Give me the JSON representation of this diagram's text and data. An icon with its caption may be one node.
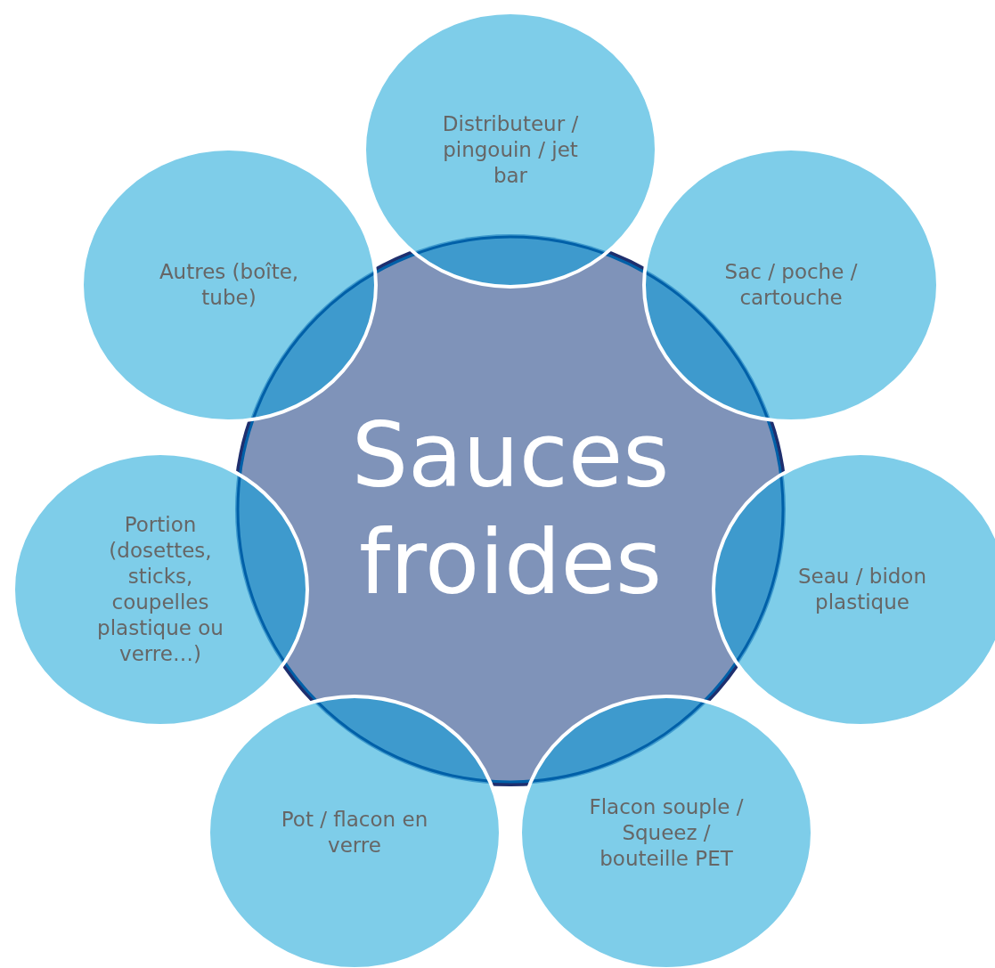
{
  "diagram": {
    "nodes": [
      {
        "text": [
          "Sauces froides"
        ]
      },
      {
        "text": [
          "Distributeur / pingouin / jet bar"
        ]
      },
      {
        "text": [
          "Autres (boîte, tube)"
        ]
      },
      {
        "text": [
          "Sac / poche / cartouche"
        ]
      },
      {
        "text": [
          "Portion (dosettes, sticks, coupelles plastique ou verre…)"
        ]
      },
      {
        "text": [
          "Seau / bidon plastique"
        ]
      },
      {
        "text": [
          "Pot / flacon en verre"
        ]
      },
      {
        "text": [
          "Flacon souple / Squeez / bouteille PET"
        ]
      }
    ],
    "edges": []
  }
}
